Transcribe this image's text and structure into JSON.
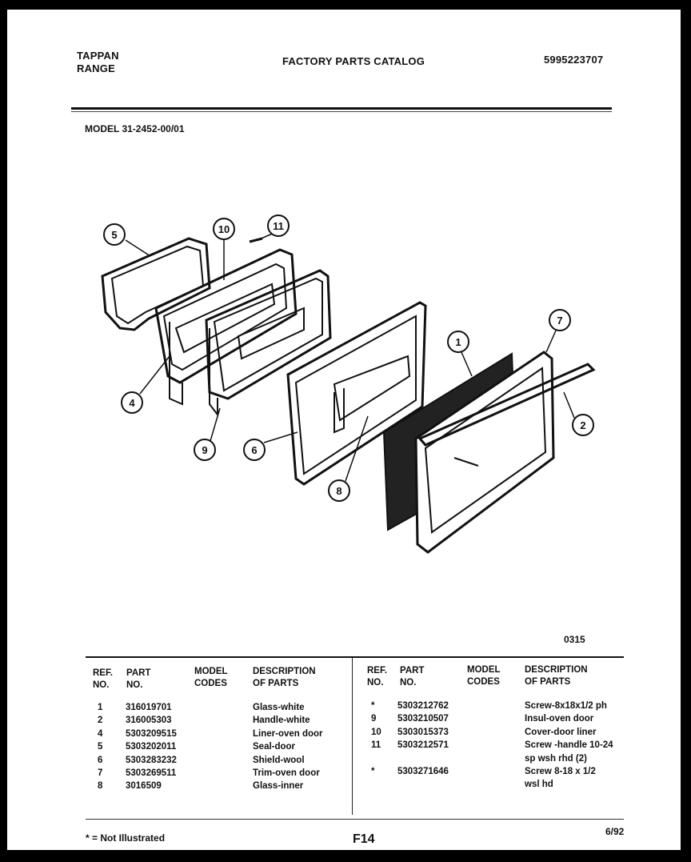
{
  "header": {
    "brand_line1": "TAPPAN",
    "brand_line2": "RANGE",
    "catalog_title": "FACTORY PARTS CATALOG",
    "catalog_number": "5995223707",
    "model": "MODEL 31-2452-00/01"
  },
  "callouts": [
    "5",
    "10",
    "11",
    "4",
    "9",
    "6",
    "8",
    "1",
    "7",
    "2"
  ],
  "figure_code": "0315",
  "table": {
    "headers": {
      "ref_1": "REF.",
      "ref_2": "NO.",
      "part_1": "PART",
      "part_2": "NO.",
      "model_1": "MODEL",
      "model_2": "CODES",
      "desc_1": "DESCRIPTION",
      "desc_2": "OF PARTS"
    },
    "left": [
      {
        "ref": "1",
        "part": "316019701",
        "desc": "Glass-white"
      },
      {
        "ref": "2",
        "part": "316005303",
        "desc": "Handle-white"
      },
      {
        "ref": "4",
        "part": "5303209515",
        "desc": "Liner-oven door"
      },
      {
        "ref": "5",
        "part": "5303202011",
        "desc": "Seal-door"
      },
      {
        "ref": "6",
        "part": "5303283232",
        "desc": "Shield-wool"
      },
      {
        "ref": "7",
        "part": "5303269511",
        "desc": "Trim-oven door"
      },
      {
        "ref": "8",
        "part": "3016509",
        "desc": "Glass-inner"
      }
    ],
    "right": [
      {
        "ref": "*",
        "part": "5303212762",
        "desc": "Screw-8x18x1/2 ph"
      },
      {
        "ref": "9",
        "part": "5303210507",
        "desc": "Insul-oven door"
      },
      {
        "ref": "10",
        "part": "5303015373",
        "desc": "Cover-door liner"
      },
      {
        "ref": "11",
        "part": "5303212571",
        "desc": "Screw -handle 10-24",
        "desc2": "sp wsh rhd (2)"
      },
      {
        "ref": "*",
        "part": "5303271646",
        "desc": "Screw 8-18 x 1/2",
        "desc2": "wsl hd"
      }
    ]
  },
  "footer": {
    "note": "* = Not Illustrated",
    "page": "F14",
    "date": "6/92"
  }
}
